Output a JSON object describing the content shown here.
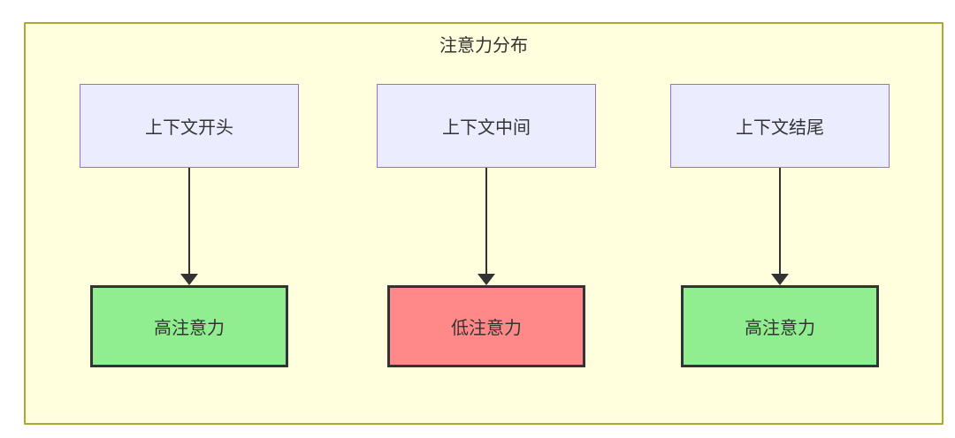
{
  "diagram": {
    "title": "注意力分布",
    "colors": {
      "canvas": "#ffffff",
      "cluster_fill": "#ffffde",
      "cluster_border": "#aaaa33",
      "context_node_fill": "#ececff",
      "context_node_border": "#9370db",
      "high_attention_fill": "#90ee90",
      "low_attention_fill": "#ff8888",
      "result_node_border": "#333333",
      "edge": "#333333",
      "text": "#333333"
    },
    "columns": [
      {
        "top_label": "上下文开头",
        "bottom_label": "高注意力",
        "bottom_fill": "#90ee90"
      },
      {
        "top_label": "上下文中间",
        "bottom_label": "低注意力",
        "bottom_fill": "#ff8888"
      },
      {
        "top_label": "上下文结尾",
        "bottom_label": "高注意力",
        "bottom_fill": "#90ee90"
      }
    ]
  }
}
